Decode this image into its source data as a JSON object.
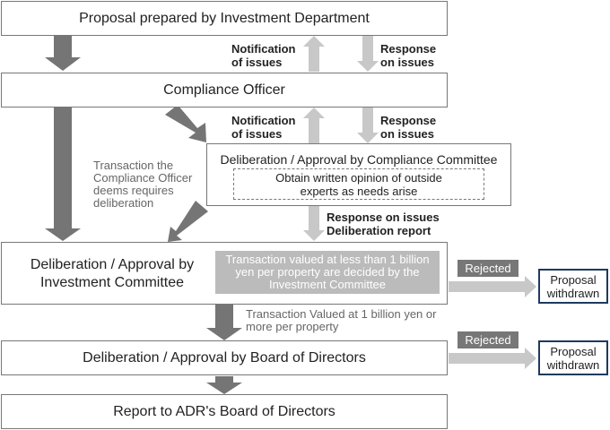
{
  "boxes": {
    "proposal": "Proposal prepared by Investment Department",
    "compliance_officer": "Compliance Officer",
    "compliance_committee": "Deliberation / Approval by Compliance Committee",
    "outside_experts": "Obtain written opinion of outside experts as needs arise",
    "investment_committee": "Deliberation / Approval by Investment Committee",
    "investment_committee_note": "Transaction valued at less than 1 billion yen per property are decided by the Investment Committee",
    "board": "Deliberation / Approval by Board of Directors",
    "report": "Report to ADR's Board of Directors"
  },
  "labels": {
    "notification_1": "Notification of issues",
    "response_1": "Response on issues",
    "notification_2": "Notification of issues",
    "response_2": "Response on issues",
    "response_report": "Response on issues Deliberation report",
    "deliberation_required": "Transaction the Compliance Officer deems requires deliberation",
    "valued_over": "Transaction Valued at 1 billion yen or more per property"
  },
  "rejected": {
    "label_1": "Rejected",
    "label_2": "Rejected",
    "withdrawn_1": "Proposal withdrawn",
    "withdrawn_2": "Proposal withdrawn"
  },
  "colors": {
    "dark_arrow": "#757575",
    "light_arrow": "#c8c8c8",
    "withdrawn_border": "#1e3a5f"
  }
}
